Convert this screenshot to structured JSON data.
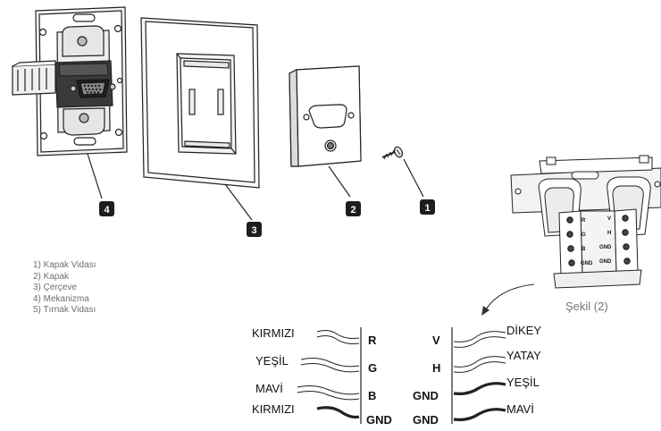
{
  "callouts": [
    "4",
    "3",
    "2",
    "1"
  ],
  "parts_legend": [
    "1) Kapak Vidası",
    "2) Kapak",
    "3) Çerçeve",
    "4) Mekanizma",
    "5) Tırnak Vidası"
  ],
  "figure_caption": "Şekil (2)",
  "terminal_block_labels": [
    "R",
    "G",
    "B",
    "GND",
    "V",
    "H",
    "GND",
    "GND"
  ],
  "wiring": {
    "left": [
      {
        "color": "KIRMIZI",
        "pin": "R"
      },
      {
        "color": "YEŞİL",
        "pin": "G"
      },
      {
        "color": "MAVİ",
        "pin": "B"
      },
      {
        "color": "KIRMIZI",
        "pin": "GND"
      }
    ],
    "right": [
      {
        "pin": "V",
        "color": "DİKEY"
      },
      {
        "pin": "H",
        "color": "YATAY"
      },
      {
        "pin": "GND",
        "color": "YEŞİL"
      },
      {
        "pin": "GND",
        "color": "MAVİ"
      }
    ]
  }
}
